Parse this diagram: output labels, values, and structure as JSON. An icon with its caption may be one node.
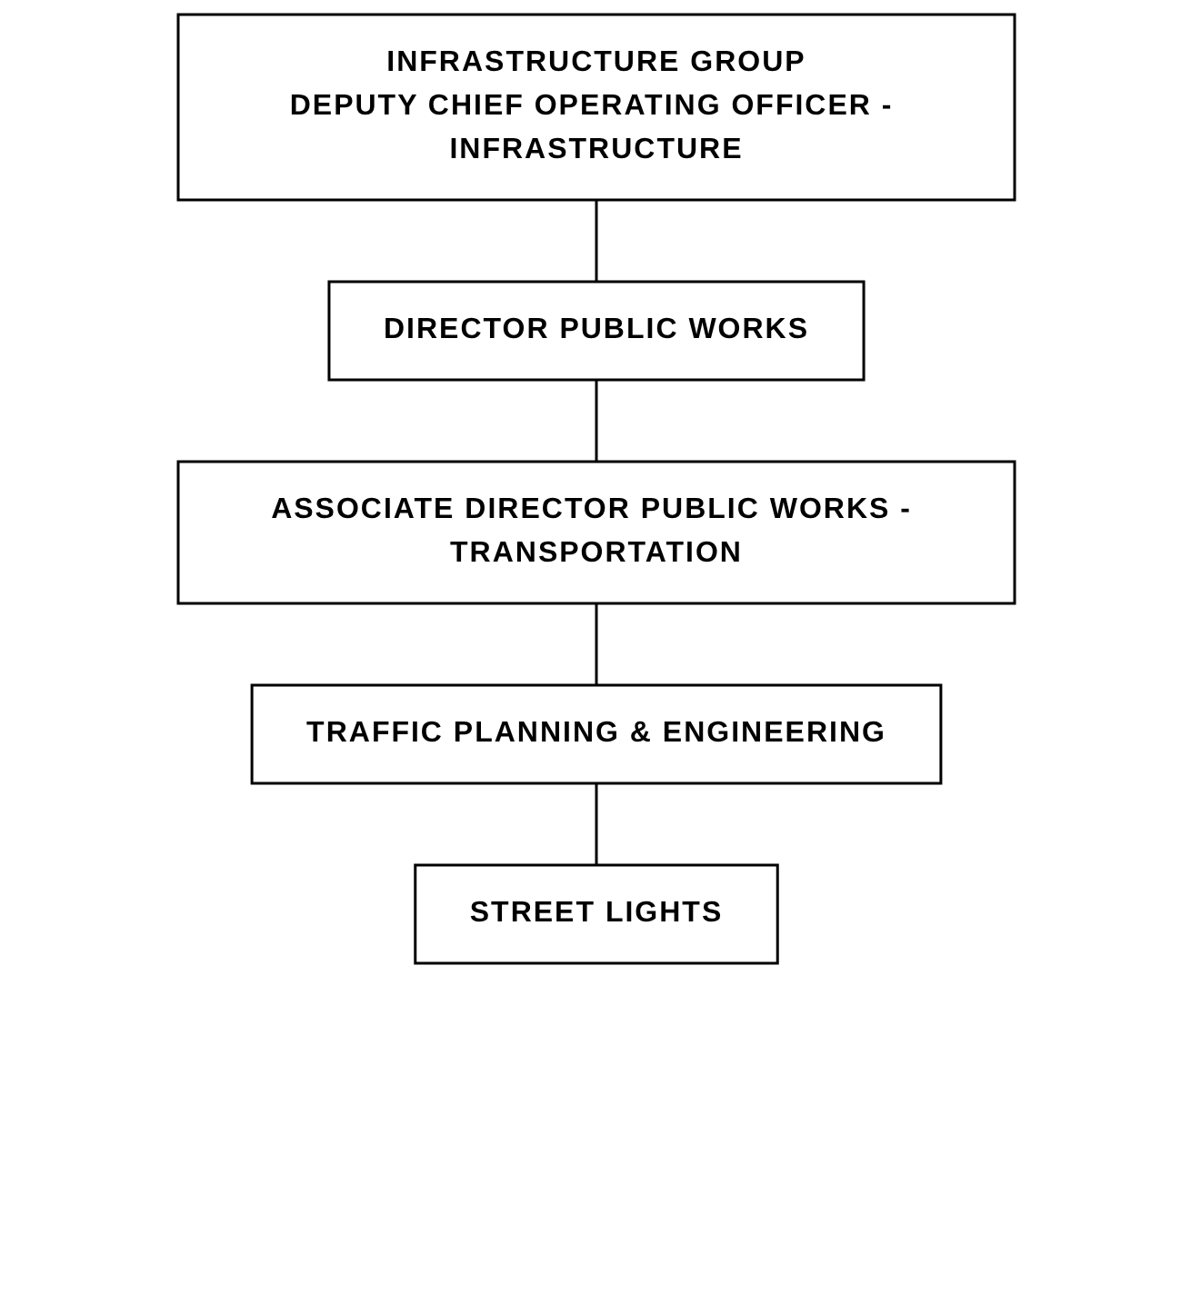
{
  "diagram": {
    "nodes": [
      {
        "text": [
          "INFRASTRUCTURE GROUP",
          "DEPUTY CHIEF OPERATING OFFICER - INFRASTRUCTURE"
        ]
      },
      {
        "text": [
          "DIRECTOR PUBLIC WORKS"
        ]
      },
      {
        "text": [
          "ASSOCIATE DIRECTOR PUBLIC WORKS - TRANSPORTATION"
        ]
      },
      {
        "text": [
          "TRAFFIC PLANNING & ENGINEERING"
        ]
      },
      {
        "text": [
          "STREET LIGHTS"
        ]
      }
    ],
    "edges": [
      {
        "from": 0,
        "to": 1,
        "arrow": "none"
      },
      {
        "from": 1,
        "to": 2,
        "arrow": "none"
      },
      {
        "from": 2,
        "to": 3,
        "arrow": "none"
      },
      {
        "from": 3,
        "to": 4,
        "arrow": "none"
      }
    ]
  }
}
